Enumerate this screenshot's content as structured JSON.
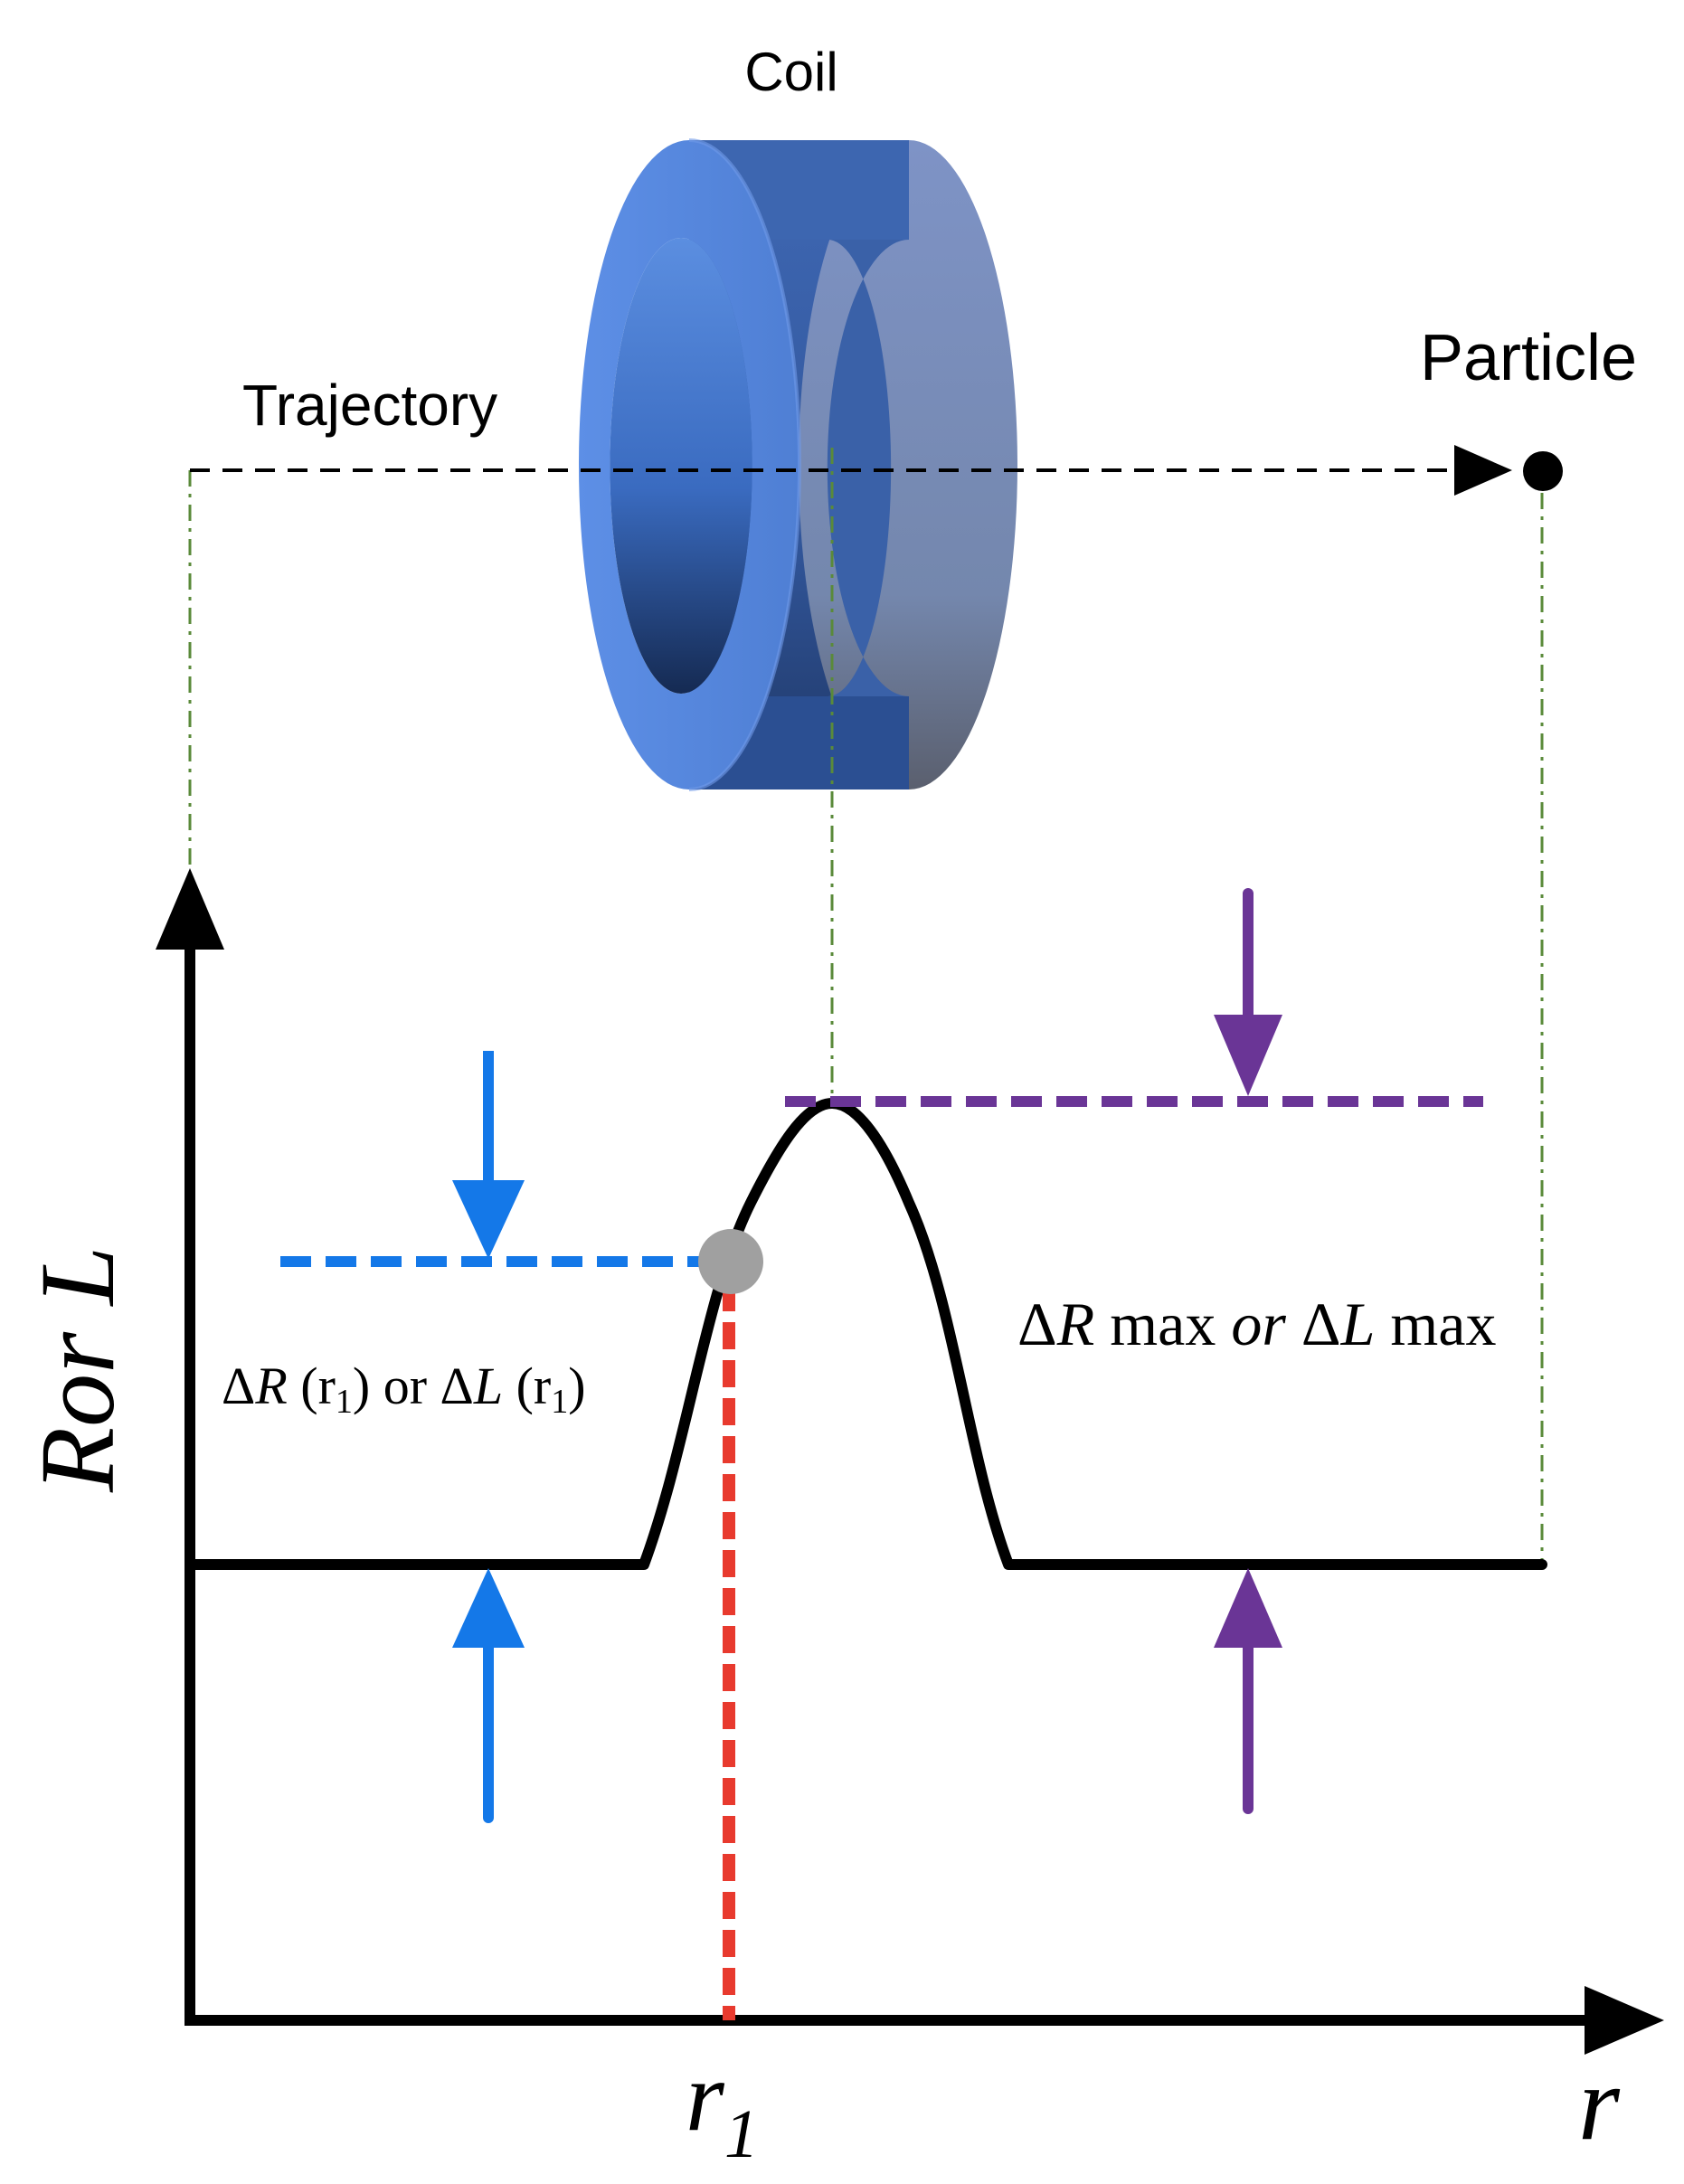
{
  "labels": {
    "coil": "Coil",
    "particle": "Particle",
    "trajectory": "Trajectory",
    "delta_r1_a": "Δ",
    "delta_r1_b": "R",
    "delta_r1_c": " (r",
    "delta_r1_d": "1",
    "delta_r1_e": ") or Δ",
    "delta_r1_f": "L",
    "delta_r1_g": " (r",
    "delta_r1_h": "1",
    "delta_r1_i": ")",
    "delta_max_a": "Δ",
    "delta_max_b": "R",
    "delta_max_c": " max ",
    "delta_max_d": "or",
    "delta_max_e": " Δ",
    "delta_max_f": "L",
    "delta_max_g": " max",
    "y_axis": "Ror L",
    "x_axis": "r",
    "x_mark_base": "r",
    "x_mark_sub": "1"
  },
  "colors": {
    "curve": "#000000",
    "axis": "#000000",
    "guide_lines": "#5a8a3a",
    "blue_marker": "#1478e8",
    "purple_marker": "#6a3596",
    "red_marker": "#e83a2e",
    "point": "#a0a0a0",
    "coil_front": "#5a8ae0",
    "coil_side": "#7d8fb8"
  }
}
